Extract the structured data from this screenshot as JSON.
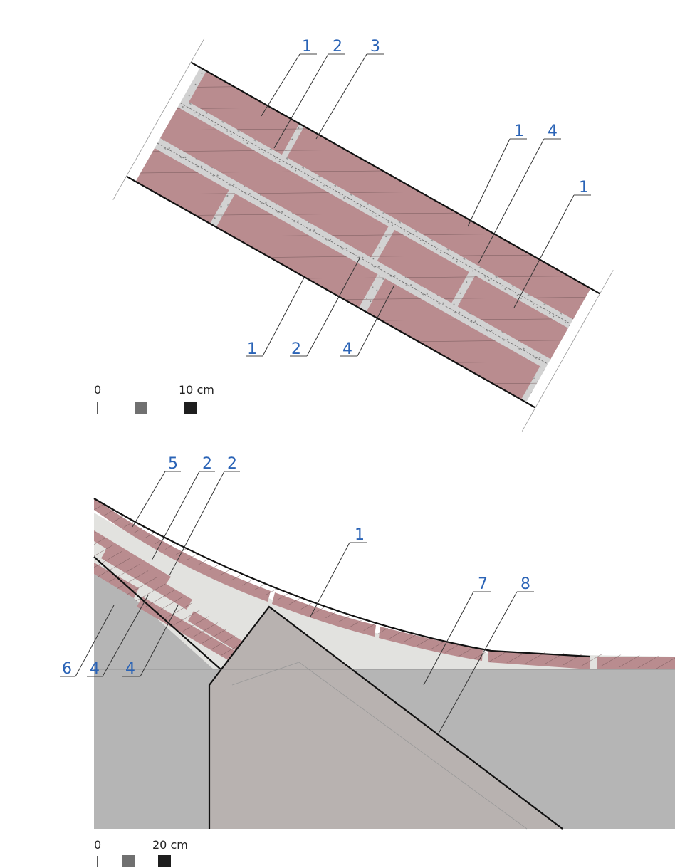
{
  "top_detail": {
    "callouts": [
      "1",
      "2",
      "3",
      "1",
      "4",
      "1",
      "1",
      "2",
      "4"
    ],
    "scale": {
      "start": "0",
      "end": "10 cm"
    }
  },
  "bottom_detail": {
    "callouts": [
      "5",
      "2",
      "2",
      "1",
      "7",
      "8",
      "6",
      "4",
      "4"
    ],
    "scale": {
      "start": "0",
      "end": "20 cm"
    }
  },
  "colors": {
    "brick": "#b98c8f",
    "mortar": "#d2d2d2",
    "filler": "#e2e2df",
    "concrete": "#b5b5b5",
    "stone": "#b8b2b0",
    "callout": "#2a63b6"
  }
}
